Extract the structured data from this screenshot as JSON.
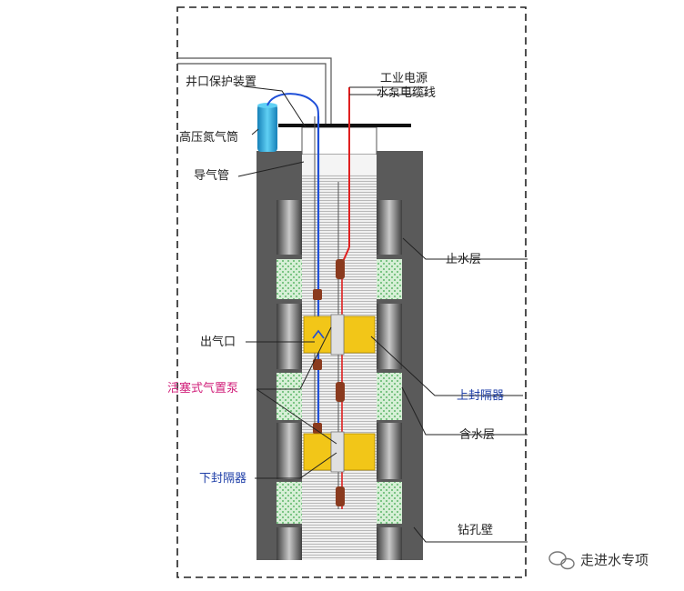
{
  "labels": {
    "wellhead_protector": "井口保护装置",
    "nitrogen_cylinder": "高压氮气筒",
    "air_pipe": "导气管",
    "power_line1": "工业电源",
    "power_line2": "水泵电缆线",
    "water_stop_layer": "止水层",
    "air_outlet": "出气口",
    "piston_pump": "活塞式气置泵",
    "upper_packer": "上封隔器",
    "aquifer": "含水层",
    "lower_packer": "下封隔器",
    "borehole_wall": "钻孔壁"
  },
  "watermark": "走进水专项",
  "colors": {
    "formation_dark": "#5a5a5a",
    "water_stop_block": "#9a9a9a",
    "aquifer_green": "#d6efd6",
    "packer_yellow": "#f2c618",
    "air_pipe_blue": "#1f4fd8",
    "cable_red": "#e02020",
    "nitrogen_cylinder": "#1ea0d8",
    "borehole_fill": "#e4e4e4"
  }
}
